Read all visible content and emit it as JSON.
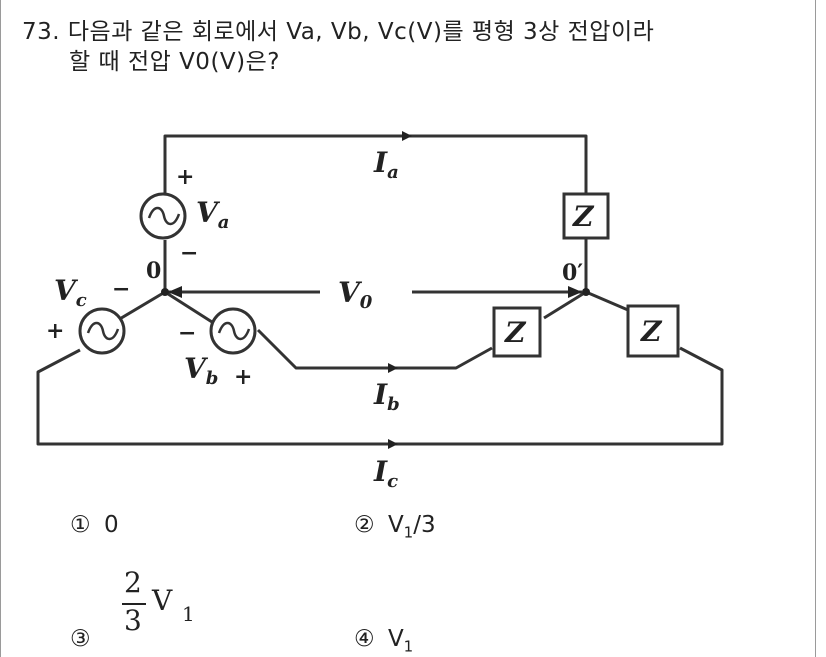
{
  "question": {
    "number": "73.",
    "line1": "다음과 같은 회로에서 Va, Vb, Vc(V)를 평형 3상 전압이라",
    "line2": "할 때 전압 V0(V)은?"
  },
  "circuit": {
    "labels": {
      "Ia": "I",
      "Ia_sub": "a",
      "Ib": "I",
      "Ib_sub": "b",
      "Ic": "I",
      "Ic_sub": "c",
      "Va": "V",
      "Va_sub": "a",
      "Vb": "V",
      "Vb_sub": "b",
      "Vc": "V",
      "Vc_sub": "c",
      "V0": "V",
      "V0_sub": "0",
      "node0": "0",
      "node0p": "0′",
      "Z": "Z",
      "plus": "+",
      "minus": "−"
    }
  },
  "options": [
    {
      "marker": "①",
      "text": "0"
    },
    {
      "marker": "②",
      "text": "V",
      "sub": "1",
      "tail": "/3"
    },
    {
      "marker": "③",
      "num": "2",
      "den": "3",
      "var": "V",
      "sub": "1"
    },
    {
      "marker": "④",
      "text": "V",
      "sub": "1"
    }
  ]
}
